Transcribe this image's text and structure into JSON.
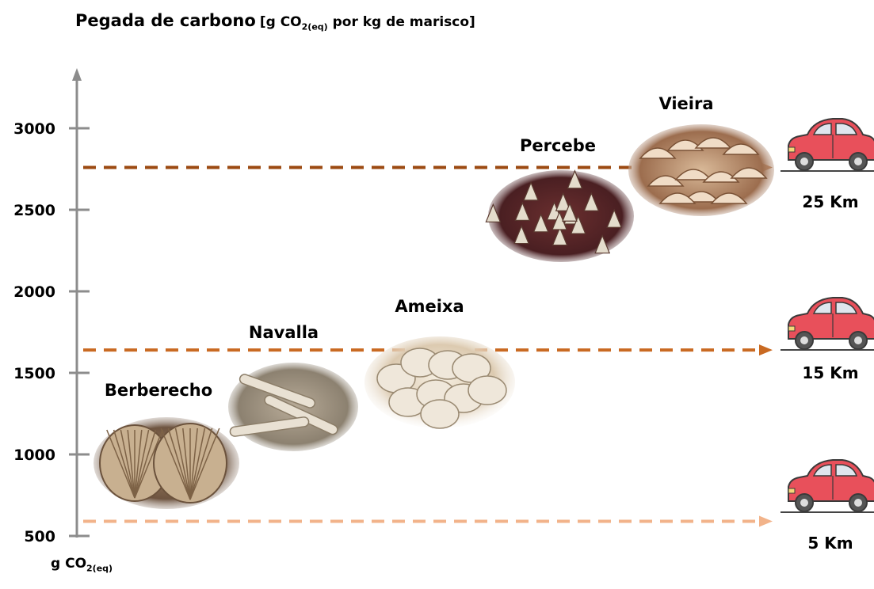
{
  "title": {
    "main": "Pegada de carbono",
    "unit_open": "[g CO",
    "unit_sub": "2(eq)",
    "unit_rest": " por kg de marisco]"
  },
  "y_axis_label": {
    "text": "g CO",
    "sub": "2(eq)"
  },
  "chart_data": {
    "type": "scatter",
    "title": "Pegada de carbono [g CO2(eq) por kg de marisco]",
    "ylabel": "g CO2(eq)",
    "ylim": [
      500,
      3300
    ],
    "yticks": [
      500,
      1000,
      1500,
      2000,
      2500,
      3000
    ],
    "grid": false,
    "points": [
      {
        "label": "Berberecho",
        "y": 1000
      },
      {
        "label": "Navalla",
        "y": 1350
      },
      {
        "label": "Ameixa",
        "y": 1550
      },
      {
        "label": "Percebe",
        "y": 2500
      },
      {
        "label": "Vieira",
        "y": 2750
      }
    ],
    "reference_lines": [
      {
        "y": 2760,
        "label": "25 Km",
        "color": "#9c4a12"
      },
      {
        "y": 1640,
        "label": "15 Km",
        "color": "#c96a22"
      },
      {
        "y": 590,
        "label": "5 Km",
        "color": "#f2b38a"
      }
    ]
  },
  "colors": {
    "axis": "#8c8c8c",
    "car_body": "#e8505b",
    "car_outline": "#3a3a3a",
    "shell_light": "#e9dcc8",
    "shell_dark": "#8a6a4e"
  },
  "icons": [
    "car-icon",
    "cockle-shell-image",
    "razor-clam-image",
    "clam-image",
    "barnacle-image",
    "scallop-image"
  ]
}
